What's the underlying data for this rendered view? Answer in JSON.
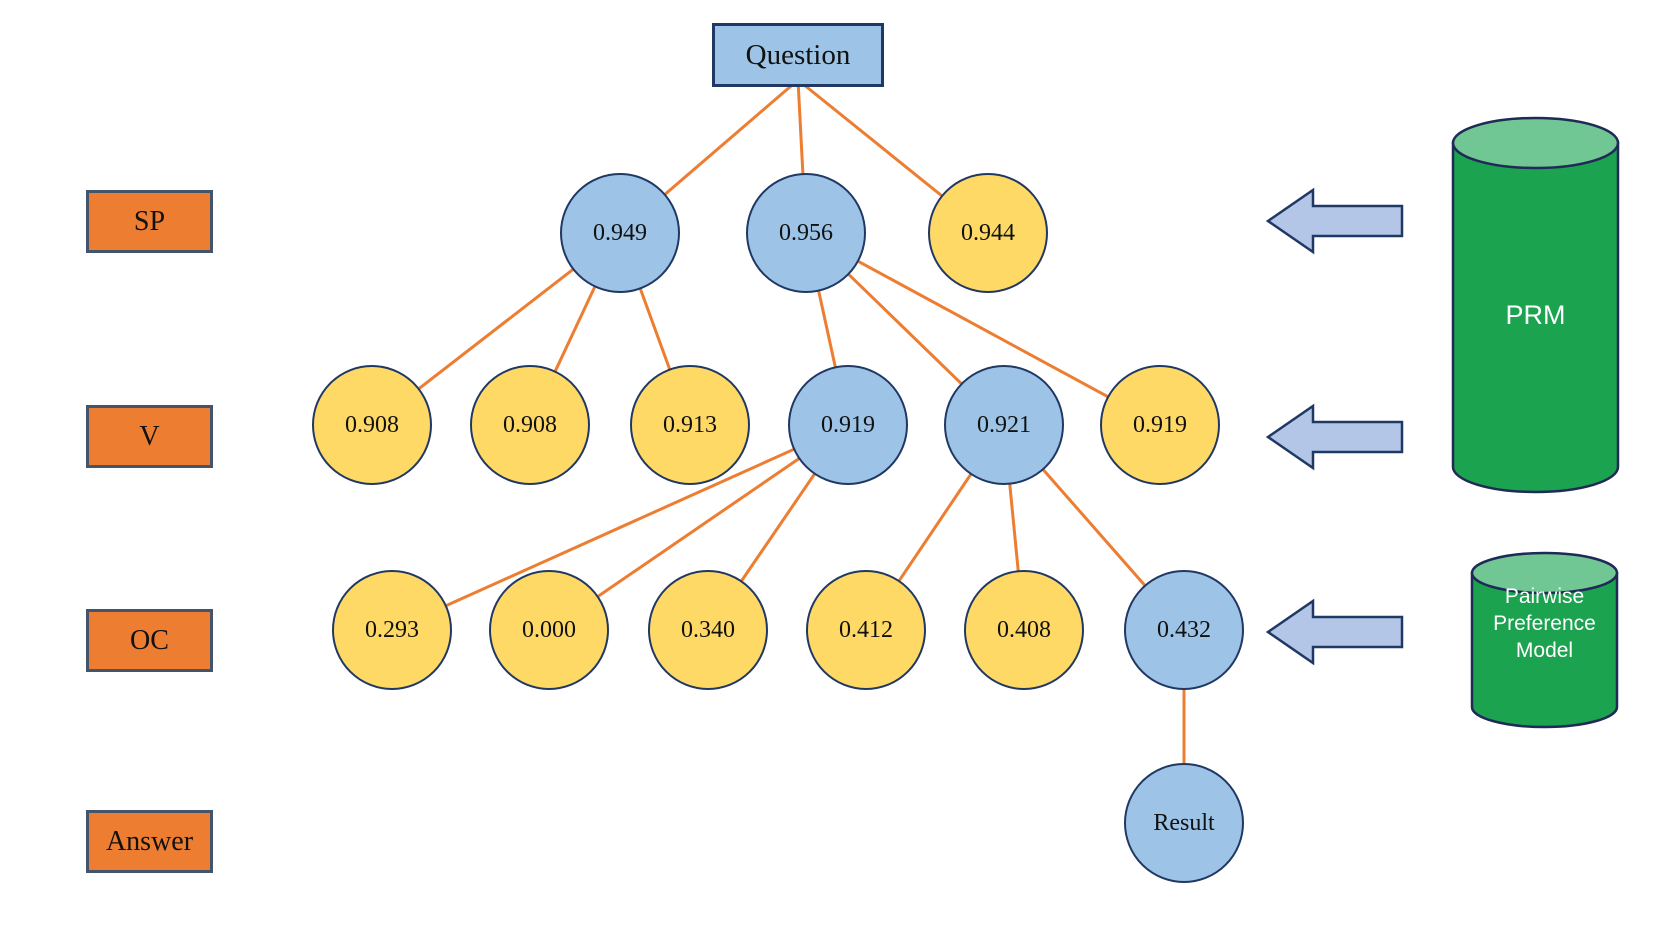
{
  "figure": {
    "question": "Question",
    "row_labels": {
      "sp": "SP",
      "v": "V",
      "oc": "OC",
      "answer": "Answer"
    },
    "nodes": {
      "sp": [
        "0.949",
        "0.956",
        "0.944"
      ],
      "v": [
        "0.908",
        "0.908",
        "0.913",
        "0.919",
        "0.921",
        "0.919"
      ],
      "oc": [
        "0.293",
        "0.000",
        "0.340",
        "0.412",
        "0.408",
        "0.432"
      ],
      "result": "Result"
    },
    "tree_edges": [
      [
        "Question",
        "sp.0"
      ],
      [
        "Question",
        "sp.1"
      ],
      [
        "Question",
        "sp.2"
      ],
      [
        "sp.0",
        "v.0"
      ],
      [
        "sp.0",
        "v.1"
      ],
      [
        "sp.0",
        "v.2"
      ],
      [
        "sp.1",
        "v.3"
      ],
      [
        "sp.1",
        "v.4"
      ],
      [
        "sp.1",
        "v.5"
      ],
      [
        "v.3",
        "oc.0"
      ],
      [
        "v.3",
        "oc.1"
      ],
      [
        "v.3",
        "oc.2"
      ],
      [
        "v.4",
        "oc.3"
      ],
      [
        "v.4",
        "oc.4"
      ],
      [
        "v.4",
        "oc.5"
      ],
      [
        "oc.5",
        "result"
      ]
    ],
    "models": {
      "prm": "PRM",
      "ppm_line1": "Pairwise",
      "ppm_line2": "Preference",
      "ppm_line3": "Model"
    },
    "colors": {
      "node_blue": "#9DC3E6",
      "node_yellow": "#FFD966",
      "node_border": "#203864",
      "edge_orange": "#ED7D31",
      "label_box_orange": "#ED7D31",
      "label_box_border": "#44546A",
      "arrow_fill": "#B4C6E7",
      "arrow_border": "#1F3864",
      "cylinder_green": "#1CA350",
      "cylinder_top_green": "#70C794",
      "cylinder_border": "#1F2A56"
    }
  }
}
